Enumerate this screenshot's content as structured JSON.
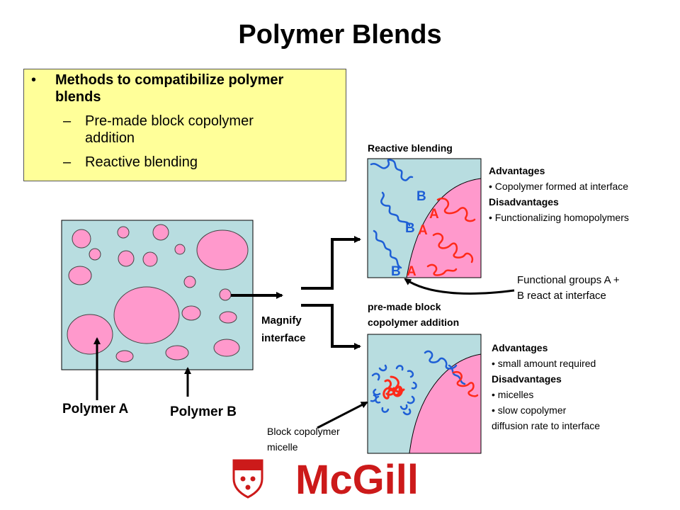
{
  "title": "Polymer Blends",
  "methods": {
    "heading_line1": "Methods to compatibilize polymer",
    "heading_line2": "blends",
    "item1_line1": "Pre-made block copolymer",
    "item1_line2": "addition",
    "item2": "Reactive blending",
    "bullet": "•",
    "dash": "–"
  },
  "labels": {
    "polymer_a": "Polymer A",
    "polymer_b": "Polymer B",
    "magnify_line1": "Magnify",
    "magnify_line2": "interface",
    "reactive_title": "Reactive blending",
    "premade_line1": "pre-made block",
    "premade_line2": "copolymer addition",
    "functional_line1": "Functional groups A +",
    "functional_line2": "B react at interface",
    "micelle_line1": "Block copolymer",
    "micelle_line2": "micelle",
    "letter_a": "A",
    "letter_b": "B"
  },
  "reactive_notes": {
    "adv_heading": "Advantages",
    "adv_item": "• Copolymer formed at interface",
    "dis_heading": "Disadvantages",
    "dis_item": "• Functionalizing homopolymers"
  },
  "premade_notes": {
    "adv_heading": "Advantages",
    "adv_item": "• small amount required",
    "dis_heading": "Disadvantages",
    "dis_item1": "• micelles",
    "dis_item2": "• slow copolymer",
    "dis_item3": "diffusion rate to interface"
  },
  "logo": {
    "text": "McGill"
  },
  "colors": {
    "matrix": "#b8dde0",
    "droplet": "#ff99cc",
    "chain_blue": "#1e5fd6",
    "chain_red": "#ff2a1a",
    "letter_red": "#ff2a1a",
    "letter_blue": "#1e5fd6",
    "logo_red": "#cc1a1a",
    "box_yellow": "#ffff99"
  }
}
